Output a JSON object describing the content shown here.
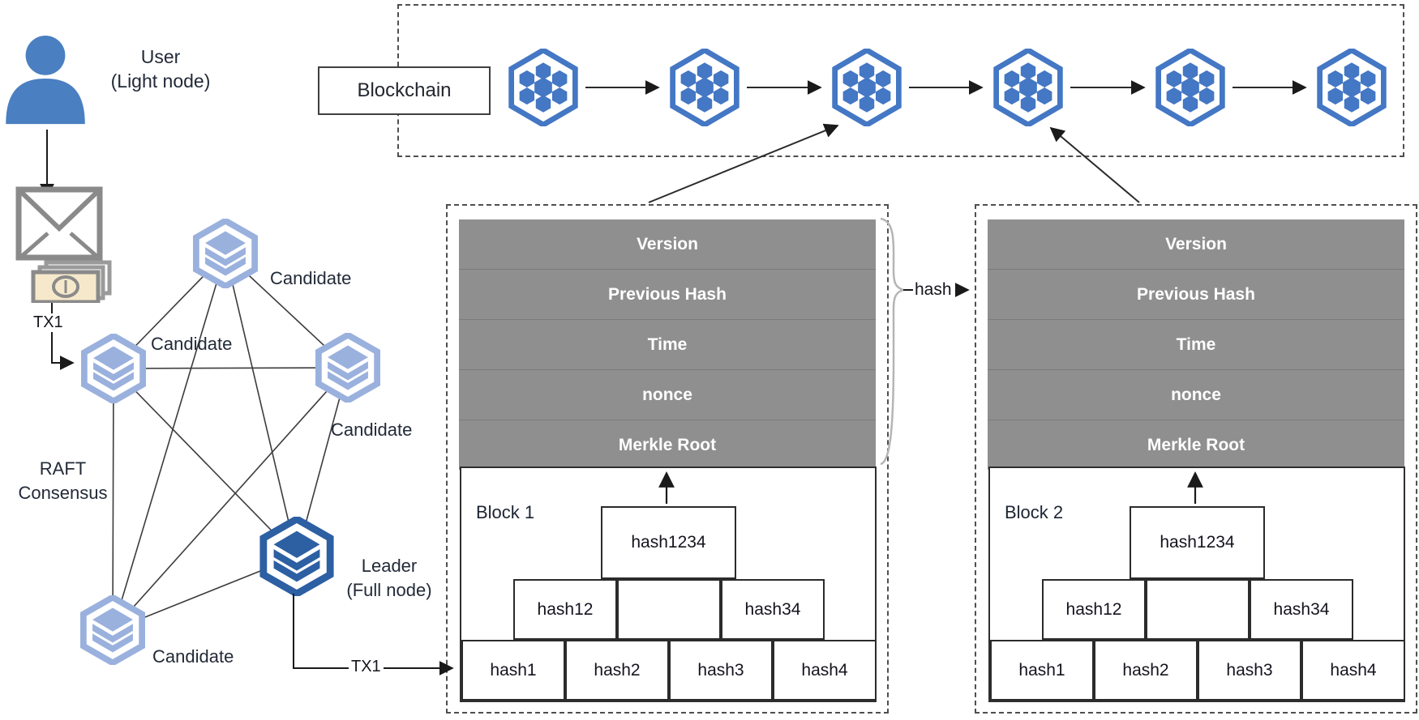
{
  "user": {
    "line1": "User",
    "line2": "(Light node)"
  },
  "transaction": {
    "label_user": "TX1",
    "label_leader": "TX1"
  },
  "raft": {
    "line1": "RAFT",
    "line2": "Consensus"
  },
  "network": {
    "candidate_top": "Candidate",
    "candidate_left": "Candidate",
    "candidate_right": "Candidate",
    "candidate_bottom": "Candidate",
    "leader_line1": "Leader",
    "leader_line2": "(Full node)"
  },
  "chain": {
    "label": "Blockchain",
    "node_count": 6
  },
  "hash_link_label": "hash",
  "blocks": [
    {
      "name": "Block 1",
      "header_rows": [
        "Version",
        "Previous Hash",
        "Time",
        "nonce",
        "Merkle Root"
      ],
      "merkle": {
        "root": "hash1234",
        "left": "hash12",
        "right": "hash34",
        "leaves": [
          "hash1",
          "hash2",
          "hash3",
          "hash4"
        ]
      }
    },
    {
      "name": "Block 2",
      "header_rows": [
        "Version",
        "Previous Hash",
        "Time",
        "nonce",
        "Merkle Root"
      ],
      "merkle": {
        "root": "hash1234",
        "left": "hash12",
        "right": "hash34",
        "leaves": [
          "hash1",
          "hash2",
          "hash3",
          "hash4"
        ]
      }
    }
  ],
  "colors": {
    "chain_icon": "#4477c4",
    "candidate_node": "#9ab1de",
    "leader_node": "#2d5fa3",
    "header_bg": "#8f8f8f",
    "person": "#4a7fc1",
    "money_bill": "#f6e8cb",
    "wire": "#3c3c3c"
  }
}
